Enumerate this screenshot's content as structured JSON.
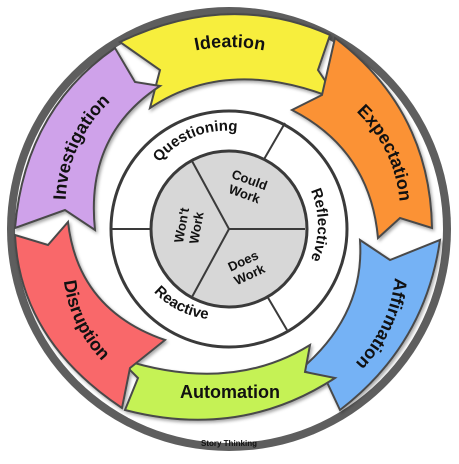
{
  "outer_segments": [
    {
      "label": "Ideation",
      "color": "#f7ee3c"
    },
    {
      "label": "Expectation",
      "color": "#fb9235"
    },
    {
      "label": "Affirmation",
      "color": "#74b2f5"
    },
    {
      "label": "Automation",
      "color": "#c5f255"
    },
    {
      "label": "Disruption",
      "color": "#f9676a"
    },
    {
      "label": "Investigation",
      "color": "#cfa2ea"
    }
  ],
  "middle_ring": [
    {
      "label": "Questioning"
    },
    {
      "label": "Reflective"
    },
    {
      "label": "Reactive"
    }
  ],
  "core": [
    {
      "line1": "Could",
      "line2": "Work"
    },
    {
      "line1": "Does",
      "line2": "Work"
    },
    {
      "line1": "Won't",
      "line2": "Work"
    }
  ],
  "footer": "Story Thinking"
}
